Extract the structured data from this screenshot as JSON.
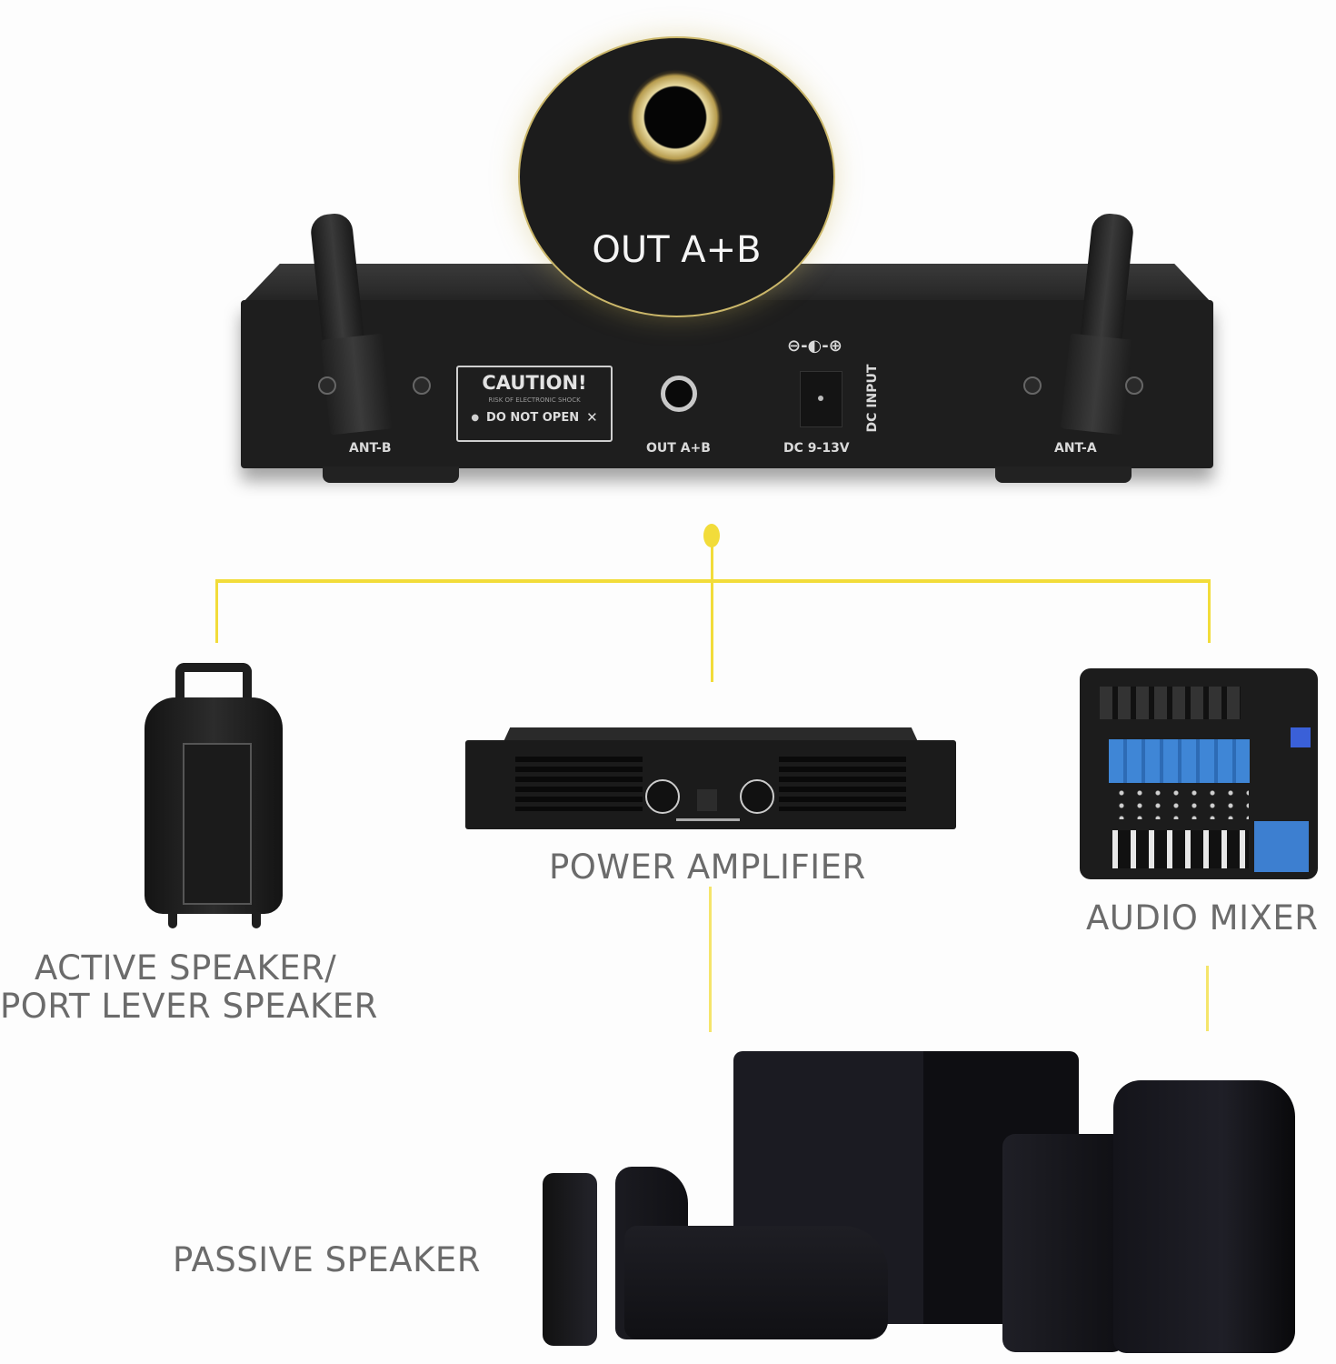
{
  "diagram": {
    "title_callout": "OUT A+B",
    "accent_color": "#f2dc3a",
    "text_color": "#6b6b6b",
    "receiver": {
      "name": "Wireless microphone receiver (rear panel)",
      "antenna_left": "ANT-B",
      "antenna_right": "ANT-A",
      "caution_title": "CAUTION!",
      "caution_subtitle": "RISK OF ELECTRONIC SHOCK",
      "caution_warning": "DO NOT OPEN",
      "output_jack": "OUT A+B",
      "dc_jack": "DC 9-13V",
      "dc_input_vertical": "DC INPUT",
      "polarity_symbol": "⊖-◐-⊕"
    },
    "connections": {
      "source": "OUT A+B",
      "targets": [
        "ACTIVE SPEAKER/ PORT LEVER SPEAKER",
        "POWER AMPLIFIER",
        "AUDIO MIXER"
      ],
      "downstream": [
        {
          "from": "POWER AMPLIFIER",
          "to": "PASSIVE SPEAKER"
        },
        {
          "from": "AUDIO MIXER",
          "to": "PASSIVE SPEAKER"
        }
      ]
    },
    "devices": {
      "active_speaker": {
        "line1": "ACTIVE SPEAKER/",
        "line2": "PORT LEVER SPEAKER"
      },
      "power_amplifier": {
        "label": "POWER AMPLIFIER"
      },
      "audio_mixer": {
        "label": "AUDIO MIXER"
      },
      "passive_speaker": {
        "label": "PASSIVE SPEAKER"
      }
    }
  }
}
